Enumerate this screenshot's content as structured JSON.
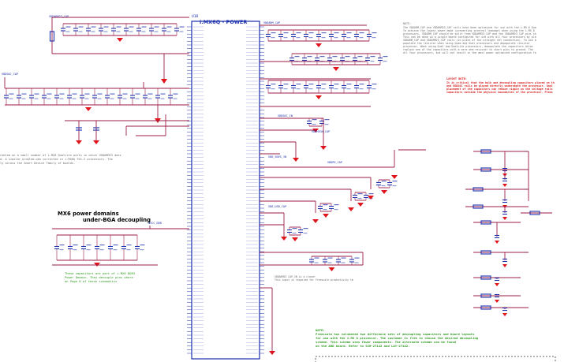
{
  "ic": {
    "reference": "U1B",
    "title": "i.MX6Q - POWER"
  },
  "section_heading": {
    "line1": "MX6 power domains",
    "line2": "under-BGA decoupling"
  },
  "capacitor_note": {
    "line1": "These capacitors are part of i.MX6 DDR3",
    "line2": "Power Domain. They decouple pins where",
    "line3": "on Page 8 of these schematics"
  },
  "bottom_note": {
    "line1": "NOTE:",
    "line2": "Freescale has validated two difference sets of decoupling capacitors and board layouts",
    "line3": "for use with the i.MX 6 processor. The customer is free to choose the desired decoupling",
    "line4": "scheme. This scheme uses fewer components. The alternate scheme can be found",
    "line5": "on the ARD board. Refer to  SCH-27142 and LAY-27142."
  },
  "layout_note": {
    "line1": "LAYOUT NOTE:",
    "line2": "It is critical that the bulk and decoupling capacitors placed on th",
    "line3": "and VDDSOC rails be placed directly underneath the processor. Smal",
    "line4": "placement of the capacitors can reduce ripple on the voltage rails",
    "line5": "capacitors outside the physical boundaries of the processor. Pleas"
  },
  "top_note": {
    "line1": "NOTE:",
    "line2": "The VDDARM_CAP and VDDARM23_CAP rails have been optimized for use with the i.MX 6 Qua",
    "line3": "To achieve the lowest power mode (preventing internal leakage) when using the i.MX 6",
    "line4": "processors, VDDARM_CAP should be split from VDDARM23_CAP and the VDDARM23_CAP pins sh",
    "line5": "This can be done on a single board configured for use with all four processors by pla",
    "line6": "VDDARM_CAP and VDDARM23_CAP rails (in place of the straight net connection). To use a",
    "line7": "populate the resistor when using Quad and Dual processors and depopulate resistor",
    "line8": "processor. When using Dual and DualLite processors, depopulate the capacitors attac",
    "line9": "replace one of the capacitors with a zero ohm resistor to short pins to ground. The",
    "line10": "all four processors, but will not result in the most power optimized configuration fo"
  },
  "left_note": {
    "line1": "roblem on a small number of i.MX6 DualLite parts in which VDDARM23 does",
    "line2": "d. A similar problem was corrected in i.MX6Q TO1.2 processors. The",
    "line3": "ly across the Smart Device family of boards."
  },
  "small_note": {
    "line1": "VDDARM23 CAP_IN is a closer",
    "line2": "This input is required for Freescale productivity tm"
  },
  "net_labels": {
    "vddarm23_cap": "VDDARM23_CAP",
    "vddsoc_cap": "VDDSOC_CAP",
    "vddarm_cap": "VDDARM_CAP",
    "vddsoc_in": "VDDSOC_IN",
    "vddhigh_cap": "VDDHIGH_CAP",
    "vddpu_cap": "VDDPU_CAP",
    "vddarm_in": "VDDARM_IN",
    "nvcc_ddr": "NVCC_DDR",
    "vdd_snvs": "VDD_SNVS_IN",
    "vdd_usb": "VDD_USB_CAP"
  },
  "colors": {
    "wire": "#9b1c4a",
    "component": "#1c2fae",
    "ground": "#e0141a",
    "green_text": "#2a9a1c",
    "red_text": "#d81e1e"
  }
}
